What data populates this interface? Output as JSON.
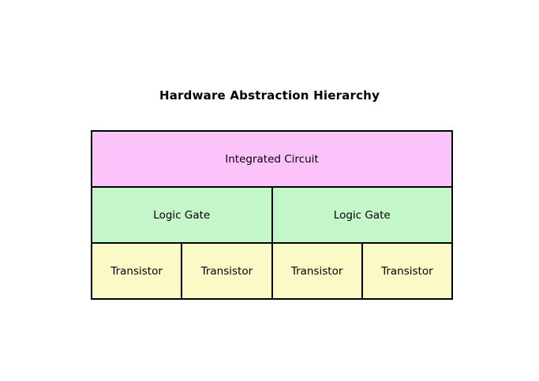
{
  "title": "Hardware Abstraction Hierarchy",
  "colors": {
    "background": "#ffffff",
    "border": "#000000",
    "integrated_circuit": "#fcc3fb",
    "logic_gate": "#c3f6c8",
    "transistor": "#fbf9c6"
  },
  "layers": [
    {
      "name": "integrated-circuit-layer",
      "cells": [
        {
          "label": "Integrated Circuit"
        }
      ]
    },
    {
      "name": "logic-gate-layer",
      "cells": [
        {
          "label": "Logic Gate"
        },
        {
          "label": "Logic Gate"
        }
      ]
    },
    {
      "name": "transistor-layer",
      "cells": [
        {
          "label": "Transistor"
        },
        {
          "label": "Transistor"
        },
        {
          "label": "Transistor"
        },
        {
          "label": "Transistor"
        }
      ]
    }
  ]
}
